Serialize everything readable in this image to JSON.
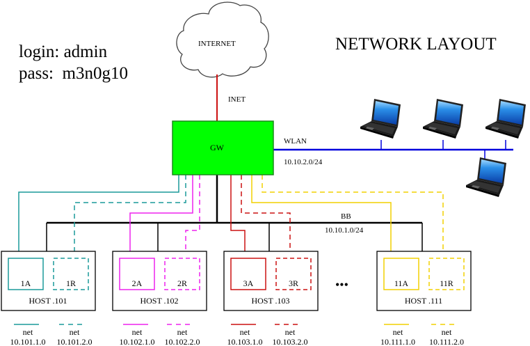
{
  "credentials": {
    "login_line": "login: admin",
    "pass_line": "pass:  m3n0g10"
  },
  "title": "NETWORK LAYOUT",
  "internet": {
    "label": "INTERNET",
    "link_label": "INET"
  },
  "gateway": {
    "label": "GW",
    "fill": "#00ff00",
    "border": "#1a8a1a"
  },
  "wlan": {
    "label": "WLAN",
    "subnet": "10.10.2.0/24",
    "color": "#0000dd",
    "laptop_count": 4
  },
  "backbone": {
    "label": "BB",
    "subnet": "10.10.1.0/24",
    "color": "#000000"
  },
  "ellipsis": "•••",
  "hosts": [
    {
      "label": "HOST .101",
      "a": "1A",
      "r": "1R",
      "color": "#1a9a9a"
    },
    {
      "label": "HOST .102",
      "a": "2A",
      "r": "2R",
      "color": "#ee22ee"
    },
    {
      "label": "HOST .103",
      "a": "3A",
      "r": "3R",
      "color": "#cc1111"
    },
    {
      "label": "HOST .111",
      "a": "11A",
      "r": "11R",
      "color": "#f2d000"
    }
  ],
  "legend": [
    {
      "word": "net",
      "subnet": "10.101.1.0",
      "style": "solid",
      "color": "#1a9a9a"
    },
    {
      "word": "net",
      "subnet": "10.101.2.0",
      "style": "dashed",
      "color": "#1a9a9a"
    },
    {
      "word": "net",
      "subnet": "10.102.1.0",
      "style": "solid",
      "color": "#ee22ee"
    },
    {
      "word": "net",
      "subnet": "10.102.2.0",
      "style": "dashed",
      "color": "#ee22ee"
    },
    {
      "word": "net",
      "subnet": "10.103.1.0",
      "style": "solid",
      "color": "#cc1111"
    },
    {
      "word": "net",
      "subnet": "10.103.2.0",
      "style": "dashed",
      "color": "#cc1111"
    },
    {
      "word": "net",
      "subnet": "10.111.1.0",
      "style": "solid",
      "color": "#f2d000"
    },
    {
      "word": "net",
      "subnet": "10.111.2.0",
      "style": "dashed",
      "color": "#f2d000"
    }
  ]
}
